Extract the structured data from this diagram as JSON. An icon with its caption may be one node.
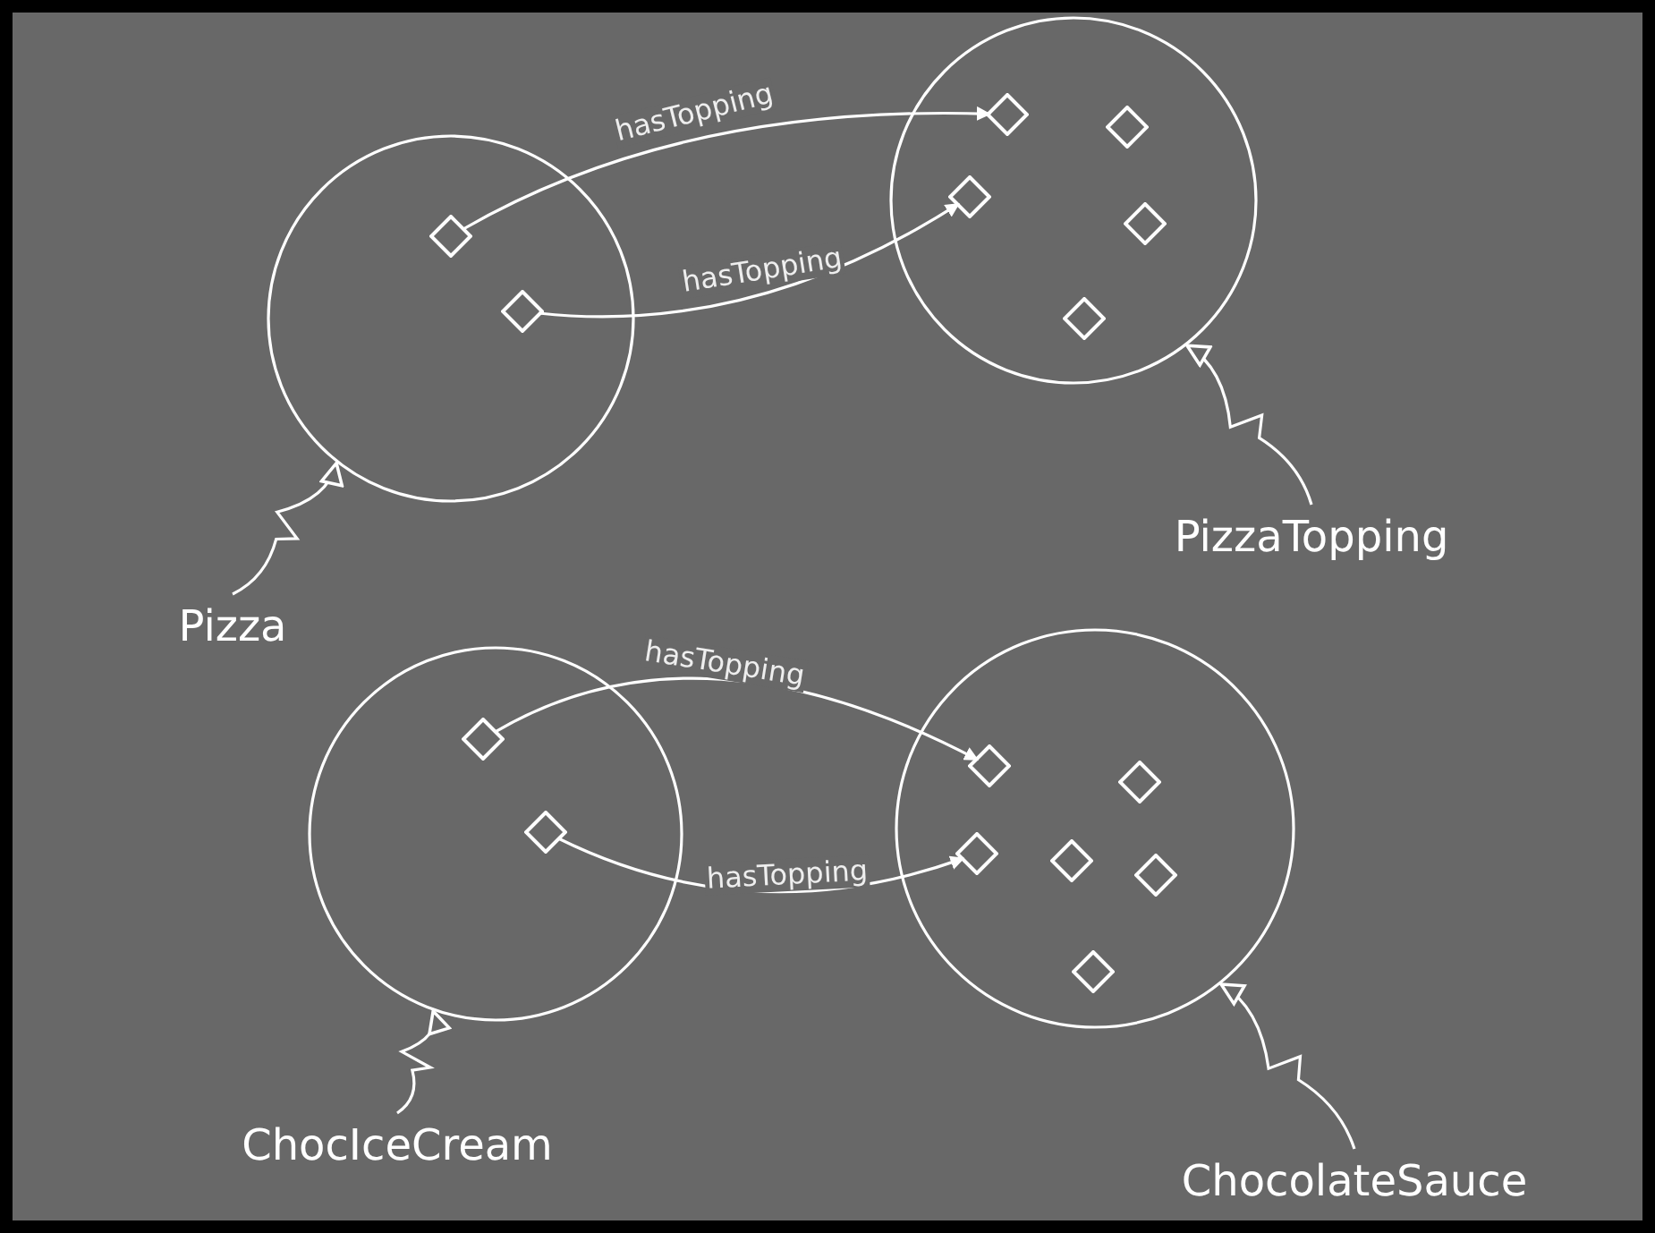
{
  "diagram": {
    "nodes": [
      {
        "text": [],
        "shape": "circle"
      },
      {
        "text": [],
        "shape": "diamond",
        "in": 0
      },
      {
        "text": [],
        "shape": "diamond",
        "in": 0
      },
      {
        "text": [],
        "shape": "circle"
      },
      {
        "text": [],
        "shape": "diamond",
        "in": 3
      },
      {
        "text": [],
        "shape": "diamond",
        "in": 3
      },
      {
        "text": [],
        "shape": "diamond",
        "in": 3
      },
      {
        "text": [],
        "shape": "diamond",
        "in": 3
      },
      {
        "text": [],
        "shape": "diamond",
        "in": 3
      },
      {
        "text": [
          "PizzaTopping"
        ]
      },
      {
        "text": [
          "Pizza"
        ]
      },
      {
        "text": [],
        "shape": "circle"
      },
      {
        "text": [],
        "shape": "diamond",
        "in": 11
      },
      {
        "text": [],
        "shape": "diamond",
        "in": 11
      },
      {
        "text": [],
        "shape": "circle"
      },
      {
        "text": [],
        "shape": "diamond",
        "in": 14
      },
      {
        "text": [],
        "shape": "diamond",
        "in": 14
      },
      {
        "text": [],
        "shape": "diamond",
        "in": 14
      },
      {
        "text": [],
        "shape": "diamond",
        "in": 14
      },
      {
        "text": [],
        "shape": "diamond",
        "in": 14
      },
      {
        "text": [],
        "shape": "diamond",
        "in": 14
      },
      {
        "text": [
          "ChocIceCream"
        ]
      },
      {
        "text": [
          "ChocolateSauce"
        ]
      }
    ],
    "edges": [
      {
        "from": 1,
        "to": 4,
        "arrow": "to",
        "label": "hasTopping"
      },
      {
        "from": 2,
        "to": 6,
        "arrow": "to",
        "label": "hasTopping"
      },
      {
        "from": 12,
        "to": 15,
        "arrow": "to",
        "label": "hasTopping"
      },
      {
        "from": 13,
        "to": 17,
        "arrow": "to",
        "label": "hasTopping"
      },
      {
        "from": 10,
        "to": 0,
        "arrow": "to"
      },
      {
        "from": 9,
        "to": 3,
        "arrow": "to"
      },
      {
        "from": 21,
        "to": 11,
        "arrow": "to"
      },
      {
        "from": 22,
        "to": 14,
        "arrow": "to"
      }
    ]
  }
}
